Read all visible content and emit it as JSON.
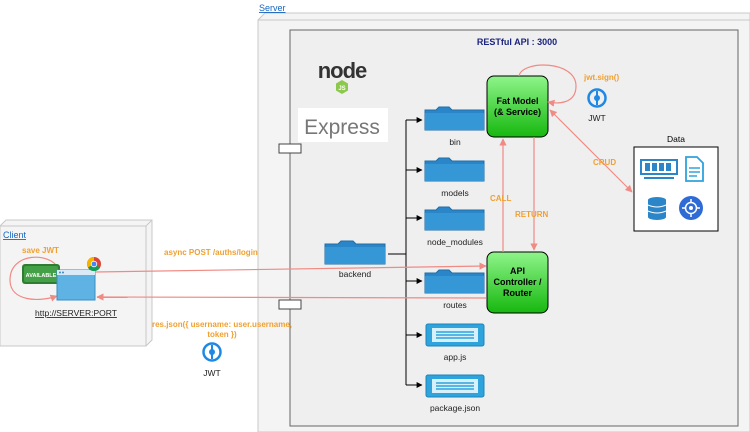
{
  "client": {
    "label": "Client",
    "url": "http://SERVER:PORT",
    "save_jwt": "save JWT",
    "available": "AVAILABLE"
  },
  "server": {
    "label": "Server",
    "api_title": "RESTful API : 3000"
  },
  "logos": {
    "node": "node",
    "node_js": "JS",
    "express": "Express"
  },
  "folders": {
    "backend": "backend",
    "bin": "bin",
    "models": "models",
    "node_modules": "node_modules",
    "routes": "routes"
  },
  "files": {
    "app": "app.js",
    "package": "package.json"
  },
  "model": {
    "line1": "Fat Model",
    "line2": "(& Service)"
  },
  "controller": {
    "line1": "API",
    "line2": "Controller /",
    "line3": "Router"
  },
  "data": {
    "title": "Data"
  },
  "arrows": {
    "jwt_sign": "jwt.sign()",
    "crud": "CRUD",
    "call": "CALL",
    "return": "RETURN",
    "post": "async POST /auths/login",
    "response_line1": "res.json({ username: user.username,",
    "response_line2": "token })"
  },
  "jwt_label": "JWT",
  "colors": {
    "green": "#22c41a",
    "arrow": "#f08a84",
    "orange": "#f0a030",
    "folder": "#2b86c9",
    "api_title": "#1a237e"
  }
}
